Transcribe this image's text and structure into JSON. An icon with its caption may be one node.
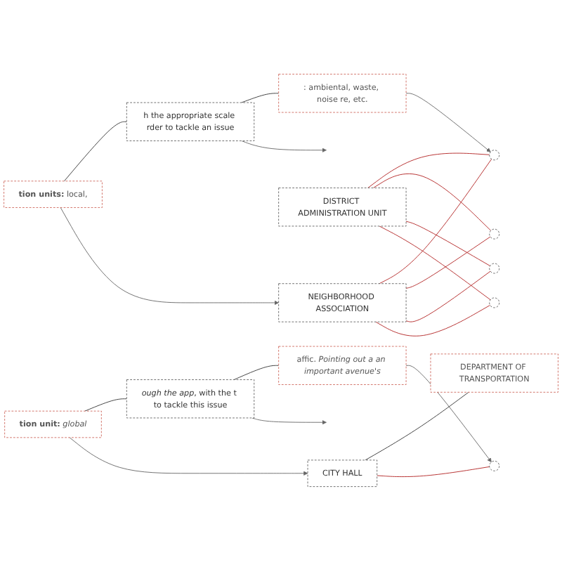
{
  "diagram": {
    "nodes": [
      {
        "text": [
          "**tion units:** local,"
        ]
      },
      {
        "text": [
          "h the appropriate scale rder to tackle an issue"
        ]
      },
      {
        "text": [
          ": ambiental, waste, noise re, etc."
        ]
      },
      {
        "text": [
          "NEIGHBORHOOD ASSOCIATION"
        ]
      },
      {
        "text": [
          "DISTRICT ADMINISTRATION UNIT"
        ]
      },
      {
        "text": [],
        "shape": "circle"
      },
      {
        "text": [],
        "shape": "circle"
      },
      {
        "text": [],
        "shape": "circle"
      },
      {
        "text": [],
        "shape": "circle"
      },
      {
        "text": [
          "**tion unit:** *global*"
        ]
      },
      {
        "text": [
          "*ough the app*, with the t to tackle this issue"
        ]
      },
      {
        "text": [
          "affic. *Pointing out a an important avenue's*"
        ]
      },
      {
        "text": [
          "CITY HALL"
        ]
      },
      {
        "text": [
          "DEPARTMENT OF TRANSPORTATION"
        ]
      },
      {
        "text": [],
        "shape": "circle"
      }
    ],
    "edges": [
      {
        "from": 0,
        "to": 1,
        "arrow": "none",
        "color": "#333333"
      },
      {
        "from": 1,
        "to": 2,
        "arrow": "none",
        "color": "#333333"
      },
      {
        "from": 0,
        "to": 3,
        "arrow": "to",
        "color": "#666666"
      },
      {
        "from": 1,
        "to": null,
        "arrow": "to",
        "color": "#666666"
      },
      {
        "from": 2,
        "to": 5,
        "arrow": "to",
        "color": "#666666"
      },
      {
        "from": 3,
        "to": 5,
        "arrow": "none"
      },
      {
        "from": 3,
        "to": 6,
        "arrow": "none"
      },
      {
        "from": 3,
        "to": 7,
        "arrow": "none"
      },
      {
        "from": 3,
        "to": 8,
        "arrow": "none"
      },
      {
        "from": 4,
        "to": 5,
        "arrow": "none"
      },
      {
        "from": 4,
        "to": 6,
        "arrow": "none"
      },
      {
        "from": 4,
        "to": 7,
        "arrow": "none"
      },
      {
        "from": 4,
        "to": 8,
        "arrow": "none"
      },
      {
        "from": 9,
        "to": 10,
        "arrow": "none",
        "color": "#333333"
      },
      {
        "from": 10,
        "to": 11,
        "arrow": "none",
        "color": "#333333"
      },
      {
        "from": 9,
        "to": 12,
        "arrow": "to",
        "color": "#666666"
      },
      {
        "from": 10,
        "to": null,
        "arrow": "to",
        "color": "#666666"
      },
      {
        "from": 11,
        "to": 14,
        "arrow": "to",
        "color": "#666666"
      },
      {
        "from": 12,
        "to": 13,
        "arrow": "none",
        "color": "#333333"
      },
      {
        "from": 12,
        "to": 14,
        "arrow": "none"
      }
    ]
  }
}
